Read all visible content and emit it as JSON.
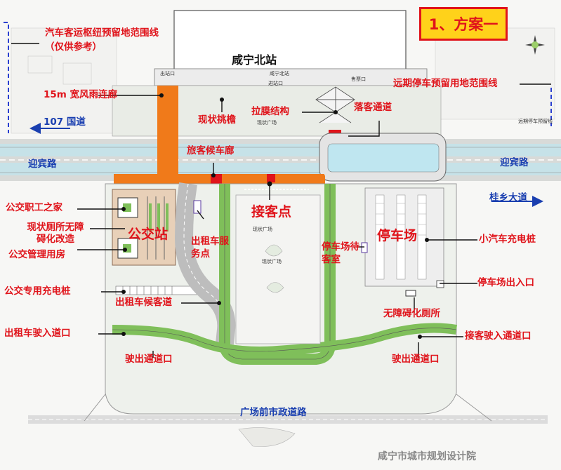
{
  "title": "1、方案一",
  "station_name": "咸宁北站",
  "watermark": "咸宁市城市规划设计院",
  "roads": {
    "guodao": "107 国道",
    "yingbin_left": "迎宾路",
    "yingbin_right": "迎宾路",
    "guixiang": "桂乡大道",
    "plaza_front": "广场前市政道路"
  },
  "labels": {
    "bus_hub_reserve": "汽车客运枢纽预留地范围线（仅供参考）",
    "corridor": "15m 宽风雨连廊",
    "canopy": "现状挑檐",
    "membrane": "拉膜结构",
    "dropoff": "落客通道",
    "future_parking": "远期停车预留用地范围线",
    "passenger_corridor": "旅客候车廊",
    "pickup_point": "接客点",
    "bus_staff_home": "公交职工之家",
    "toilet_renovate": "现状厕所无障碍化改造",
    "bus_station": "公交站",
    "bus_mgmt": "公交管理用房",
    "taxi_service": "出租车服务点",
    "parking_wait": "停车场待客室",
    "parking_lot": "停车场",
    "ev_charge": "小汽车充电桩",
    "bus_charge": "公交专用充电桩",
    "taxi_queue": "出租车候客道",
    "parking_exit": "停车场出入口",
    "accessible_toilet": "无障碍化厕所",
    "taxi_entry": "出租车驶入道口",
    "pickup_entry": "接客驶入通道口",
    "exit_left": "驶出通道口",
    "exit_right": "驶出通道口"
  },
  "small_labels": {
    "exit_gate": "出站口",
    "ticket": "售票口",
    "entry_gate": "进站口",
    "station_small": "咸宁北站",
    "plaza_existing": "现状广场",
    "plaza_center": "现状广场",
    "plaza_lower": "现状广场",
    "future_line": "远期停车预留线"
  },
  "colors": {
    "red": "#e0141b",
    "blue": "#1a3fb0",
    "orange": "#f07a1a",
    "green": "#7fbf5a",
    "title_bg": "#ffd21a"
  }
}
